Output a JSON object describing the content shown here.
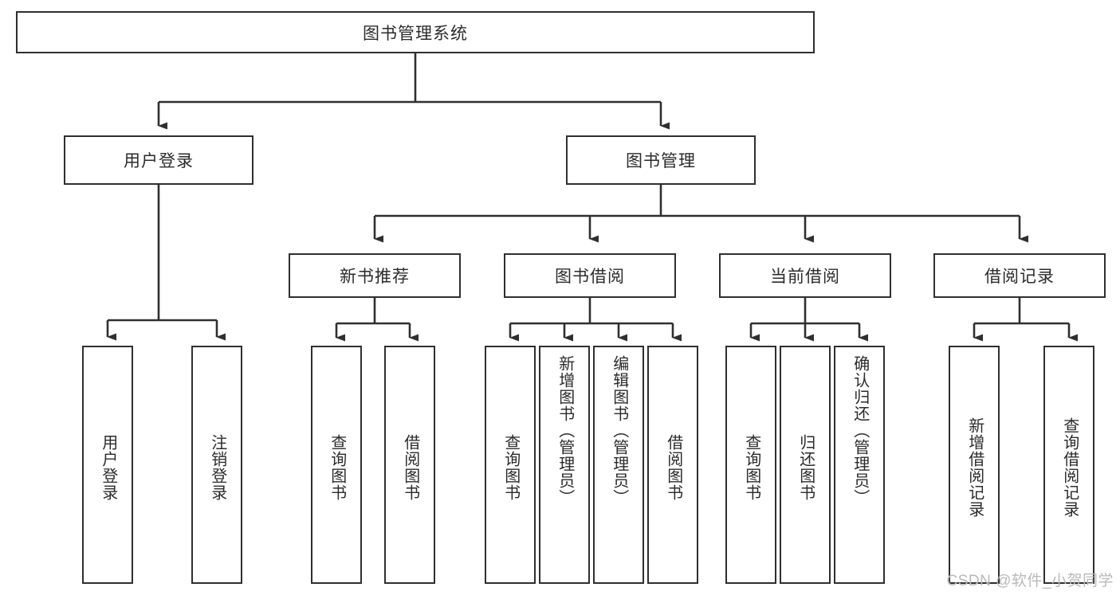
{
  "diagram": {
    "title": "图书管理系统",
    "type": "tree",
    "root": {
      "label": "图书管理系统"
    },
    "level2": [
      {
        "label": "用户登录"
      },
      {
        "label": "图书管理"
      }
    ],
    "level3": [
      {
        "label": "新书推荐"
      },
      {
        "label": "图书借阅"
      },
      {
        "label": "当前借阅"
      },
      {
        "label": "借阅记录"
      }
    ],
    "leaves": {
      "user_login": [
        {
          "label": "用户登录"
        },
        {
          "label": "注销登录"
        }
      ],
      "new_book_recommend": [
        {
          "label": "查询图书"
        },
        {
          "label": "借阅图书"
        }
      ],
      "book_borrow": [
        {
          "label": "查询图书"
        },
        {
          "label": "新增图书（管理员）"
        },
        {
          "label": "编辑图书（管理员）"
        },
        {
          "label": "借阅图书"
        }
      ],
      "current_borrow": [
        {
          "label": "查询图书"
        },
        {
          "label": "归还图书"
        },
        {
          "label": "确认归还（管理员）"
        }
      ],
      "borrow_record": [
        {
          "label": "新增借阅记录"
        },
        {
          "label": "查询借阅记录"
        }
      ]
    }
  },
  "watermark": {
    "text": "CSDN @软件_小贺同学"
  },
  "colors": {
    "border": "#2f2f2f",
    "text": "#2b2b2b",
    "background": "#ffffff",
    "watermark": "#b9b9b9"
  }
}
